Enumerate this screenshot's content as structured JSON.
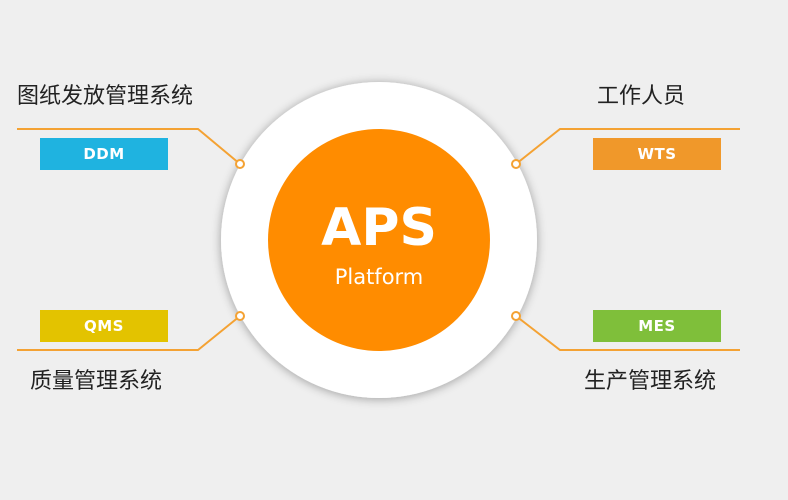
{
  "center": {
    "title": "APS",
    "subtitle": "Platform"
  },
  "nodes": [
    {
      "id": "ddm",
      "label": "图纸发放管理系统",
      "badge": "DDM",
      "color": "#1fb3e0"
    },
    {
      "id": "wts",
      "label": "工作人员",
      "badge": "WTS",
      "color": "#f0982a"
    },
    {
      "id": "qms",
      "label": "质量管理系统",
      "badge": "QMS",
      "color": "#e3c300"
    },
    {
      "id": "mes",
      "label": "生产管理系统",
      "badge": "MES",
      "color": "#7fbf3a"
    }
  ],
  "colors": {
    "background": "#efefef",
    "ring": "#ffffff",
    "core": "#ff8c00",
    "connector": "#f4a233"
  }
}
